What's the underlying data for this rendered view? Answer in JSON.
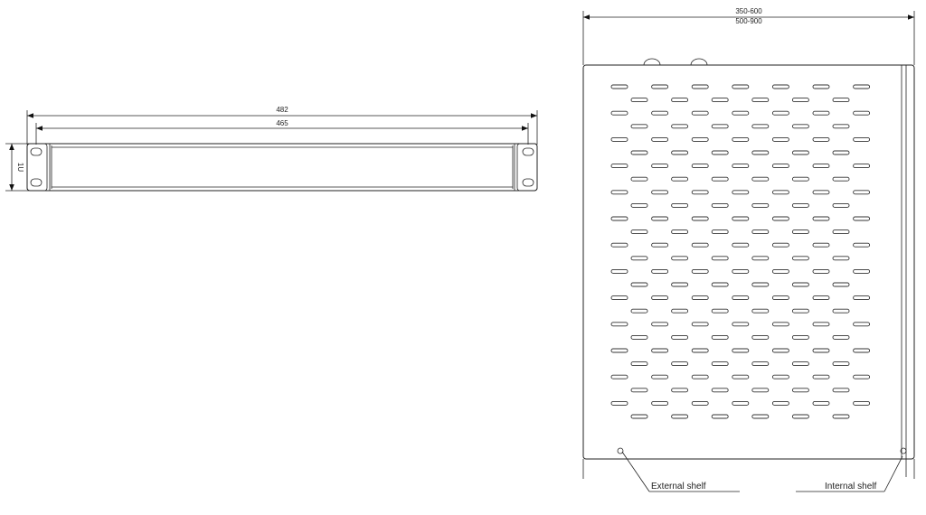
{
  "front_view": {
    "width_outer_label": "482",
    "width_inner_label": "465",
    "height_label": "1U"
  },
  "top_view": {
    "depth_range_1": "350-600",
    "depth_range_2": "500-900",
    "callouts": {
      "external": "External shelf",
      "internal": "Internal shelf"
    }
  },
  "colors": {
    "line": "#222222",
    "background": "#ffffff"
  }
}
